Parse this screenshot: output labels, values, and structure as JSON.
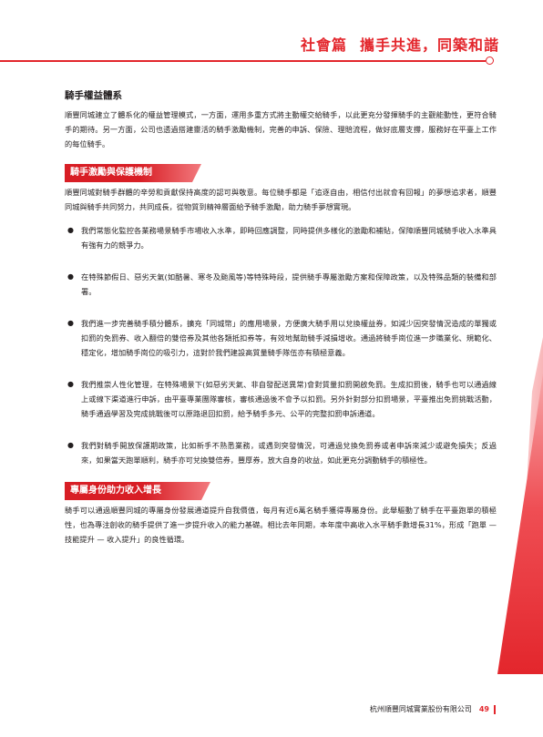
{
  "header": {
    "section": "社會篇",
    "slogan": "攜手共進，同築和諧"
  },
  "subsection_title": "騎手權益體系",
  "intro": "順豐同城建立了體系化的權益管理模式，一方面，運用多重方式將主動權交給騎手，以此更充分發揮騎手的主觀能動性，更符合騎手的期待。另一方面，公司也透過搭建靈活的騎手激勵機制，完善的申訴、保險、理賠流程，做好底層支撐，服務好在平臺上工作的每位騎手。",
  "section1": {
    "title": "騎手激勵與保護機制",
    "intro": "順豐同城對騎手群體的辛勞和貢獻保持高度的認可與敬意。每位騎手都是「追逐自由，相信付出就會有回報」的夢想追求者，順豐同城與騎手共同努力，共同成長，從物質到精神層面給予騎手激勵，助力騎手夢想實現。",
    "bullets": [
      "我們常態化監控各業務場景騎手市場收入水準，即時回應調整，同時提供多樣化的激勵和補貼，保障順豐同城騎手收入水準具有強有力的競爭力。",
      "在特殊節假日、惡劣天氣(如酷暑、寒冬及颱風等)等特殊時段，提供騎手專屬激勵方案和保障政策，以及特殊品類的裝備和部署。",
      "我們進一步完善騎手積分體系，擴充「同城幣」的應用場景，方便廣大騎手用以兌換權益券，如減少因突發情況造成的單獨或扣罰的免罰券、收入翻倍的雙倍券及其他各類抵扣券等，有效地幫助騎手減損增收。通過將騎手崗位進一步職業化、規範化、穩定化，增加騎手崗位的吸引力，這對於我們建設高質量騎手隊伍亦有積極意義。",
      "我們推崇人性化管理，在特殊場景下(如惡劣天氣、非自發配送異常)會對質量扣罰開啟免罰。生成扣罰後，騎手也可以通過線上或線下渠道進行申訴，由平臺專業團隊審核，審核通過後不會予以扣罰。另外針對部分扣罰場景，平臺推出免罰挑戰活動，騎手通過學習及完成挑戰後可以原路退回扣罰，給予騎手多元、公平的完整扣罰申訴通道。",
      "我們對騎手開放保護期政策，比如新手不熟悉業務，或遇到突發情況，可通過兌換免罰券或者申訴來減少或避免損失；反過來，如果當天跑單順利，騎手亦可兌換雙倍券，豐厚券，放大自身的收益，如此更充分調動騎手的積極性。"
    ]
  },
  "section2": {
    "title": "專屬身份助力收入增長",
    "body": "騎手可以通過順豐同城的專屬身份發展通道提升自我價值，每月有近6萬名騎手獲得專屬身份。此舉驅動了騎手在平臺跑單的積極性，也為專注創收的騎手提供了進一步提升收入的能力基礎。相比去年同期，本年度中高收入水平騎手數增長31%，形成「跑單 — 技能提升 — 收入提升」的良性循環。"
  },
  "footer": {
    "company": "杭州順豐同城實業股份有限公司",
    "page": "49"
  },
  "colors": {
    "accent": "#e3262c",
    "text": "#231f20"
  }
}
